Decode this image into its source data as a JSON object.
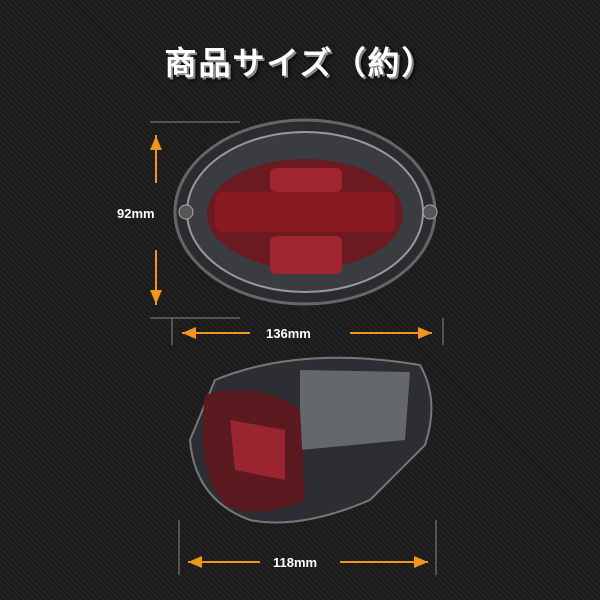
{
  "title": "商品サイズ（約）",
  "dimensions": {
    "height": "92mm",
    "width_top": "136mm",
    "width_bottom": "118mm"
  },
  "colors": {
    "arrow": "#f0961e",
    "lens_red": "#8a1a22",
    "background": "#1c1c1c"
  }
}
